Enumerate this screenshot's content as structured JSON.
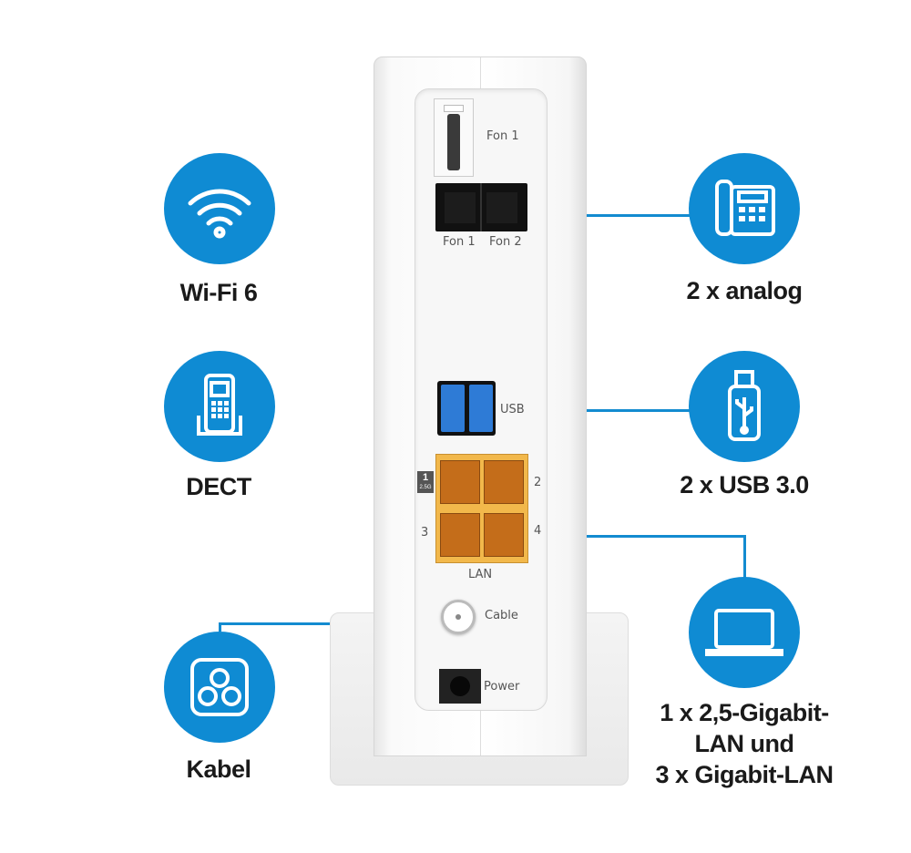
{
  "features_left": [
    {
      "icon": "wifi-icon",
      "label": "Wi-Fi 6"
    },
    {
      "icon": "dect-phone-icon",
      "label": "DECT"
    },
    {
      "icon": "coax-socket-icon",
      "label": "Kabel"
    }
  ],
  "features_right": [
    {
      "icon": "analog-phone-icon",
      "label": "2 x analog"
    },
    {
      "icon": "usb-stick-icon",
      "label": "2 x USB 3.0"
    },
    {
      "icon": "laptop-icon",
      "label_lines": [
        "1 x 2,5-Gigabit-",
        "LAN und",
        "3 x Gigabit-LAN"
      ]
    }
  ],
  "ports": {
    "tae": "Fon 1",
    "rj11_1": "Fon 1",
    "rj11_2": "Fon 2",
    "usb": "USB",
    "lan_badge_num": "1",
    "lan_badge_speed": "2.5G",
    "lan_2": "2",
    "lan_3": "3",
    "lan_4": "4",
    "lan": "LAN",
    "cable": "Cable",
    "power": "Power"
  },
  "colors": {
    "accent": "#0f8bd3",
    "lan": "#f2b84b"
  }
}
